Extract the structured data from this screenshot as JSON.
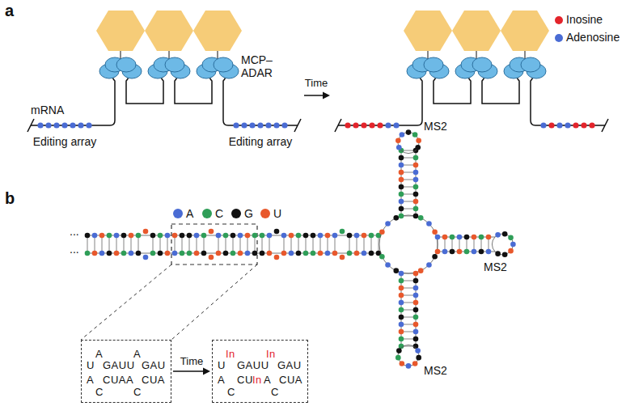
{
  "diagram": {
    "nodes": [
      {
        "text": [
          "U",
          "A",
          "GAUU",
          "A",
          "GAU",
          "A",
          "C",
          "CUAA",
          "C",
          "CUA"
        ]
      },
      {
        "text": [
          "U",
          "In",
          "GAUU",
          "In",
          "GAU",
          "A",
          "C",
          "CU",
          "In",
          "A",
          "C",
          "CUA"
        ]
      }
    ],
    "edges": [
      {
        "from": 0,
        "to": 1,
        "label": "Time",
        "arrow": "to"
      }
    ],
    "labels": [
      "a",
      "mRNA",
      "MCP–ADAR",
      "Editing array",
      "Editing array",
      "Time",
      "b",
      "...",
      "...",
      "MS2",
      "MS2",
      "MS2"
    ],
    "legend": [
      {
        "text": "Inosine",
        "color": "#e3242b"
      },
      {
        "text": "Adenosine",
        "color": "#4a6cd4"
      },
      {
        "text": "A",
        "color": "#4a6cd4"
      },
      {
        "text": "C",
        "color": "#2f9e58"
      },
      {
        "text": "G",
        "color": "#111111"
      },
      {
        "text": "U",
        "color": "#e8582c"
      }
    ]
  }
}
